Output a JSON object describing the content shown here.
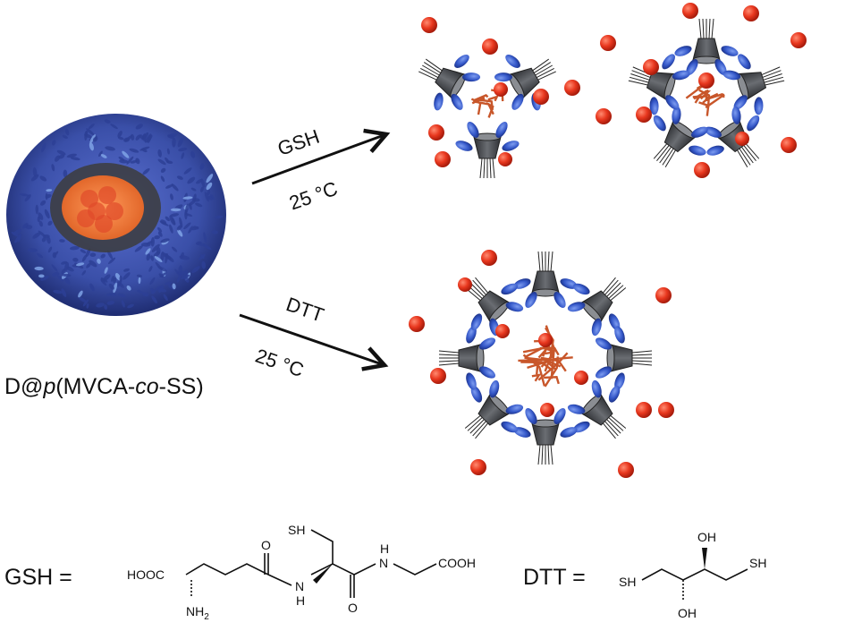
{
  "micelle": {
    "label_prefix": "D@",
    "label_italic": "p",
    "label_mid": "(MVCA-",
    "label_italic2": "co",
    "label_suffix": "-SS)"
  },
  "arrows": {
    "top": {
      "reagent": "GSH",
      "condition": "25 °C"
    },
    "bottom": {
      "reagent": "DTT",
      "condition": "25 °C"
    }
  },
  "structures": {
    "gsh": {
      "equation": "GSH  =",
      "hooc": "HOOC",
      "nh2": "NH",
      "nh2_sub": "2",
      "sh": "SH",
      "nh_1": "N",
      "nh_1h": "H",
      "nh_2": "N",
      "nh_2h": "H",
      "o_1": "O",
      "o_2": "O",
      "cooh": "COOH"
    },
    "dtt": {
      "equation": "DTT =",
      "sh_left": "SH",
      "sh_right": "SH",
      "oh_top": "OH",
      "oh_bottom": "OH"
    }
  },
  "colors": {
    "shell_blue": "#3a4fa8",
    "core_orange": "#f07a3a",
    "drug_red": "#e8371e",
    "cone_gray": "#4a4d52",
    "ellipse_blue": "#3457c8",
    "linker_orange": "#c8562a"
  }
}
